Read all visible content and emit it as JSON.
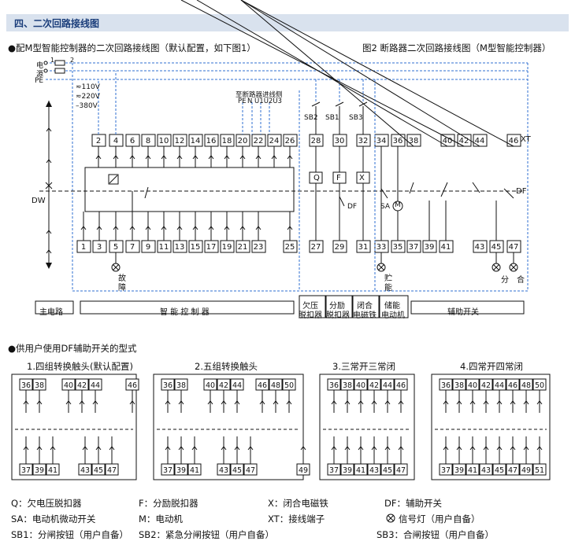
{
  "section_title": "四、二次回路接线图",
  "caption_left": "●配M型智能控制器的二次回路接线图（默认配置，如下图1）",
  "caption_right": "图2 断路器二次回路接线图（M型智能控制器）",
  "main": {
    "power_label_1": "电",
    "power_label_2": "源",
    "pe_label": "PE",
    "fuse_1": "1",
    "fuse_2": "2",
    "voltages": [
      "≂110V",
      "≂220V",
      "–380V"
    ],
    "incoming_title": "至断路器进线侧",
    "incoming_labels": "PE",
    "incoming_labels2": "N U1U2U3",
    "top_terminals": [
      "2",
      "4",
      "6",
      "8",
      "10",
      "12",
      "14",
      "16",
      "18",
      "20",
      "22",
      "24",
      "26",
      "28",
      "30",
      "32",
      "34",
      "36",
      "38",
      "40",
      "42",
      "44",
      "46"
    ],
    "bottom_terminals": [
      "1",
      "3",
      "5",
      "7",
      "9",
      "11",
      "13",
      "15",
      "17",
      "19",
      "21",
      "23",
      "25",
      "27",
      "29",
      "31",
      "33",
      "35",
      "37",
      "39",
      "41",
      "43",
      "45",
      "47"
    ],
    "xt": "XT",
    "dw": "DW",
    "df": "DF",
    "df2": "DF",
    "sa": "SA",
    "motor": "M",
    "sb2": "SB2",
    "sb1": "SB1",
    "sb3": "SB3",
    "q": "Q",
    "f": "F",
    "x": "X",
    "lamp_fault_1": "故",
    "lamp_fault_2": "障",
    "lamp_store_1": "贮",
    "lamp_store_2": "能",
    "lamp_open": "分",
    "lamp_close": "合",
    "box_main": "主电路",
    "box_controller": "智 能 控 制 器",
    "box_uv_1": "欠压",
    "box_uv_2": "脱扣器",
    "box_shunt_1": "分励",
    "box_shunt_2": "脱扣器",
    "box_close_1": "闭合",
    "box_close_2": "电磁铁",
    "box_motor_1": "储能",
    "box_motor_2": "电动机",
    "box_aux": "辅助开关"
  },
  "df_title": "●供用户使用DF辅助开关的型式",
  "df_types": [
    {
      "title": "1.四组转换触头(默认配置)",
      "top": [
        "36",
        "38",
        "40",
        "42",
        "44",
        "46"
      ],
      "bottom": [
        "37",
        "39",
        "41",
        "43",
        "45",
        "47"
      ]
    },
    {
      "title": "2.五组转换触头",
      "top": [
        "36",
        "38",
        "40",
        "42",
        "44",
        "46",
        "48",
        "50"
      ],
      "bottom": [
        "37",
        "39",
        "41",
        "43",
        "45",
        "47",
        "49"
      ]
    },
    {
      "title": "3.三常开三常闭",
      "top": [
        "36",
        "38",
        "40",
        "42",
        "44",
        "46"
      ],
      "bottom": [
        "37",
        "39",
        "41",
        "43",
        "45",
        "47"
      ]
    },
    {
      "title": "4.四常开四常闭",
      "top": [
        "36",
        "38",
        "40",
        "42",
        "44",
        "46",
        "48",
        "50"
      ],
      "bottom": [
        "37",
        "39",
        "41",
        "43",
        "45",
        "47",
        "49",
        "51"
      ]
    }
  ],
  "legend": [
    "Q：欠电压脱扣器",
    "F：分励脱扣器",
    "X：闭合电磁铁",
    "DF：辅助开关",
    "SA：电动机微动开关",
    "M：电动机",
    "XT：接线端子",
    "信号灯（用户自备）",
    "SB1：分闸按钮（用户自备）",
    "SB2：紧急分闸按钮（用户自备）",
    "SB3：合闸按钮（用户自备）"
  ],
  "colors": {
    "header_bg": "#d9e2ee",
    "header_text": "#1a3d7a",
    "dash": "#2f6fd0",
    "line": "#111111"
  }
}
